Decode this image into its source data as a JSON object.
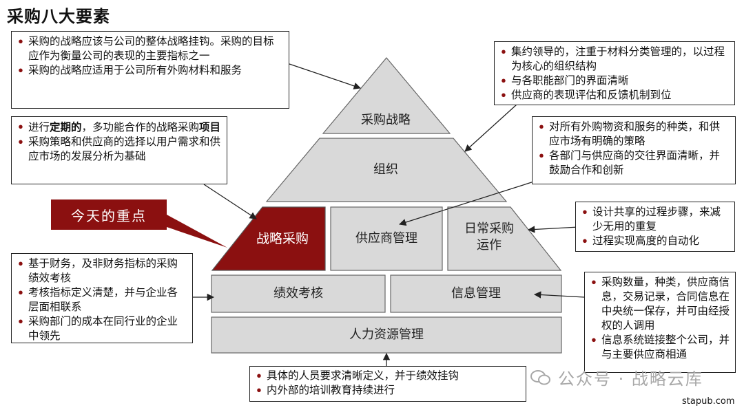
{
  "title": "采购八大要素",
  "focus_label": "今天的重点",
  "pyramid": {
    "strategy": "采购战略",
    "organization": "组织",
    "strategic_sourcing": "战略采购",
    "supplier_management": "供应商管理",
    "daily_ops_line1": "日常采购",
    "daily_ops_line2": "运作",
    "performance": "绩效考核",
    "information": "信息管理",
    "hr": "人力资源管理"
  },
  "notes": {
    "top_left": [
      "采购的战略应该与公司的整体战略挂钩。采购的目标应作为衡量公司的表现的主要指标之一",
      "采购的战略应适用于公司所有外购材料和服务"
    ],
    "mid_left_1a": "进行",
    "mid_left_1b": "定期的",
    "mid_left_1c": "，多功能合作的战略采购",
    "mid_left_1d": "项目",
    "mid_left_2": "采购策略和供应商的选择以用户需求和供应市场的发展分析为基础",
    "bottom_left": [
      "基于财务，及非财务指标的采购绩效考核",
      "考核指标定义清楚，并与企业各层面相联系",
      "采购部门的成本在同行业的企业中领先"
    ],
    "top_right": [
      "集约领导的，注重于材料分类管理的，以过程为核心的组织结构",
      "与各职能部门的界面清晰",
      "供应商的表现评估和反馈机制到位"
    ],
    "mid_right": [
      "对所有外购物资和服务的种类，和供应市场有明确的策略",
      "各部门与供应商的交往界面清晰，并鼓励合作和创新"
    ],
    "right_process": [
      "设计共享的过程步骤，来减少无用的重复",
      "过程实现高度的自动化"
    ],
    "right_info": [
      "采购数量，种类，供应商信息，交易记录，合同信息在中央统一保存，并可由经授权的人调用",
      "信息系统链接整个公司，并与主要供应商相通"
    ],
    "bottom_center": [
      "具体的人员要求清晰定义，并于绩效挂钩",
      "内外部的培训教育持续进行"
    ]
  },
  "watermark": "公众号 · 战略云库",
  "site": "stapub.com",
  "colors": {
    "accent": "#8b1010",
    "block_fill": "#d9d9d9",
    "border": "#222222"
  }
}
